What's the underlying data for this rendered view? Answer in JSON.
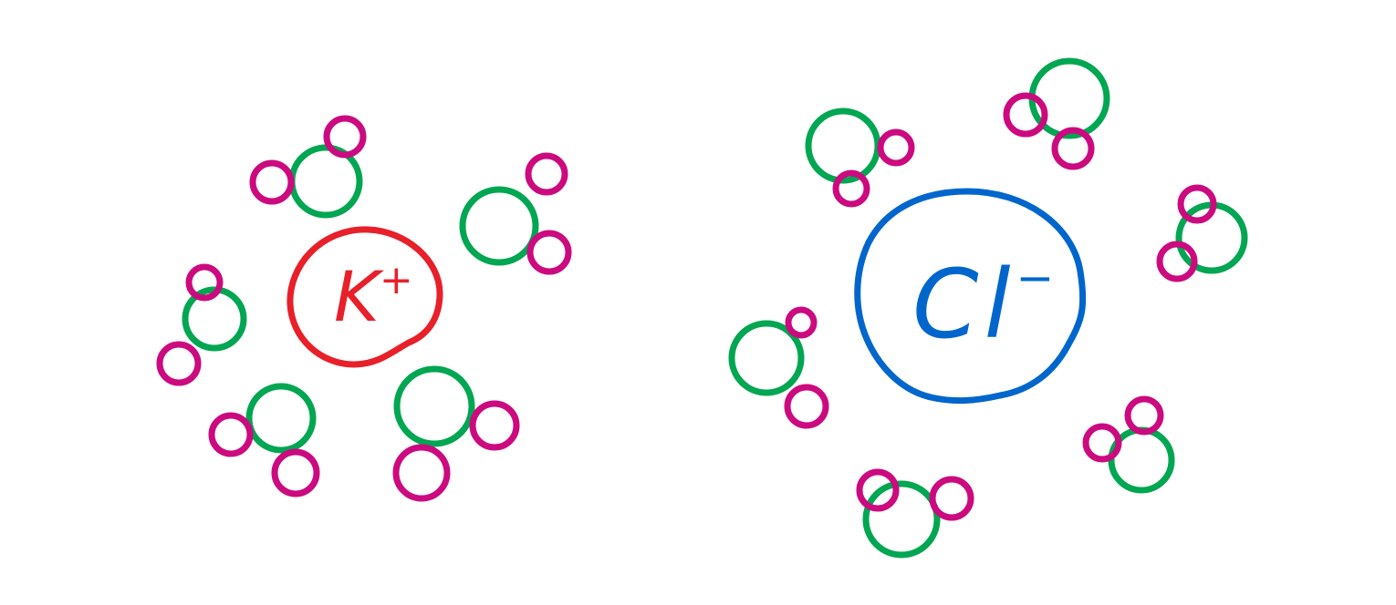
{
  "colors": {
    "cation": "#e8202a",
    "anion": "#0066cc",
    "oxygen": "#00a651",
    "hydrogen": "#cc0a7f"
  },
  "ions": [
    {
      "id": "cation",
      "symbol": "K",
      "charge": "+",
      "color_key": "cation"
    },
    {
      "id": "anion",
      "symbol": "Cl",
      "charge": "−",
      "color_key": "anion"
    }
  ]
}
